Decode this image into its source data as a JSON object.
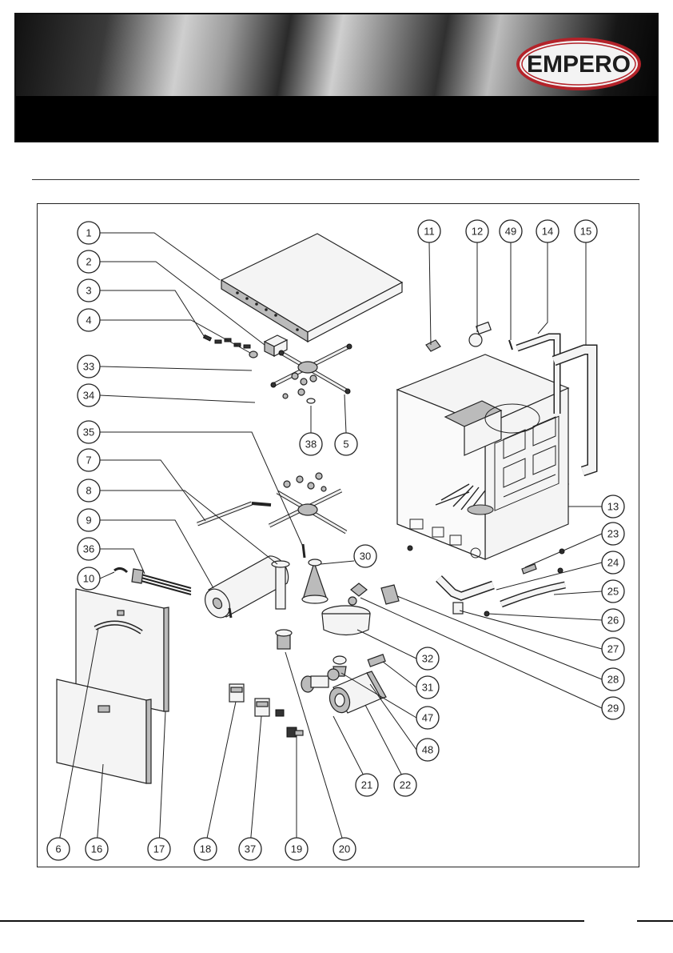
{
  "brand": {
    "logo_text": "EMPERO",
    "accent": "#b4232a"
  },
  "diagram": {
    "callouts": [
      {
        "id": "1",
        "label": "1"
      },
      {
        "id": "2",
        "label": "2"
      },
      {
        "id": "3",
        "label": "3"
      },
      {
        "id": "4",
        "label": "4"
      },
      {
        "id": "33",
        "label": "33"
      },
      {
        "id": "34",
        "label": "34"
      },
      {
        "id": "38",
        "label": "38"
      },
      {
        "id": "5",
        "label": "5"
      },
      {
        "id": "35",
        "label": "35"
      },
      {
        "id": "7",
        "label": "7"
      },
      {
        "id": "8",
        "label": "8"
      },
      {
        "id": "9",
        "label": "9"
      },
      {
        "id": "36",
        "label": "36"
      },
      {
        "id": "10",
        "label": "10"
      },
      {
        "id": "11",
        "label": "11"
      },
      {
        "id": "12",
        "label": "12"
      },
      {
        "id": "49",
        "label": "49"
      },
      {
        "id": "14",
        "label": "14"
      },
      {
        "id": "15",
        "label": "15"
      },
      {
        "id": "13",
        "label": "13"
      },
      {
        "id": "23",
        "label": "23"
      },
      {
        "id": "24",
        "label": "24"
      },
      {
        "id": "25",
        "label": "25"
      },
      {
        "id": "26",
        "label": "26"
      },
      {
        "id": "27",
        "label": "27"
      },
      {
        "id": "28",
        "label": "28"
      },
      {
        "id": "29",
        "label": "29"
      },
      {
        "id": "30",
        "label": "30"
      },
      {
        "id": "32",
        "label": "32"
      },
      {
        "id": "31",
        "label": "31"
      },
      {
        "id": "47",
        "label": "47"
      },
      {
        "id": "48",
        "label": "48"
      },
      {
        "id": "22",
        "label": "22"
      },
      {
        "id": "21",
        "label": "21"
      },
      {
        "id": "20",
        "label": "20"
      },
      {
        "id": "19",
        "label": "19"
      },
      {
        "id": "37",
        "label": "37"
      },
      {
        "id": "18",
        "label": "18"
      },
      {
        "id": "17",
        "label": "17"
      },
      {
        "id": "16",
        "label": "16"
      },
      {
        "id": "6",
        "label": "6"
      }
    ]
  },
  "footer": {
    "page_number": ""
  }
}
